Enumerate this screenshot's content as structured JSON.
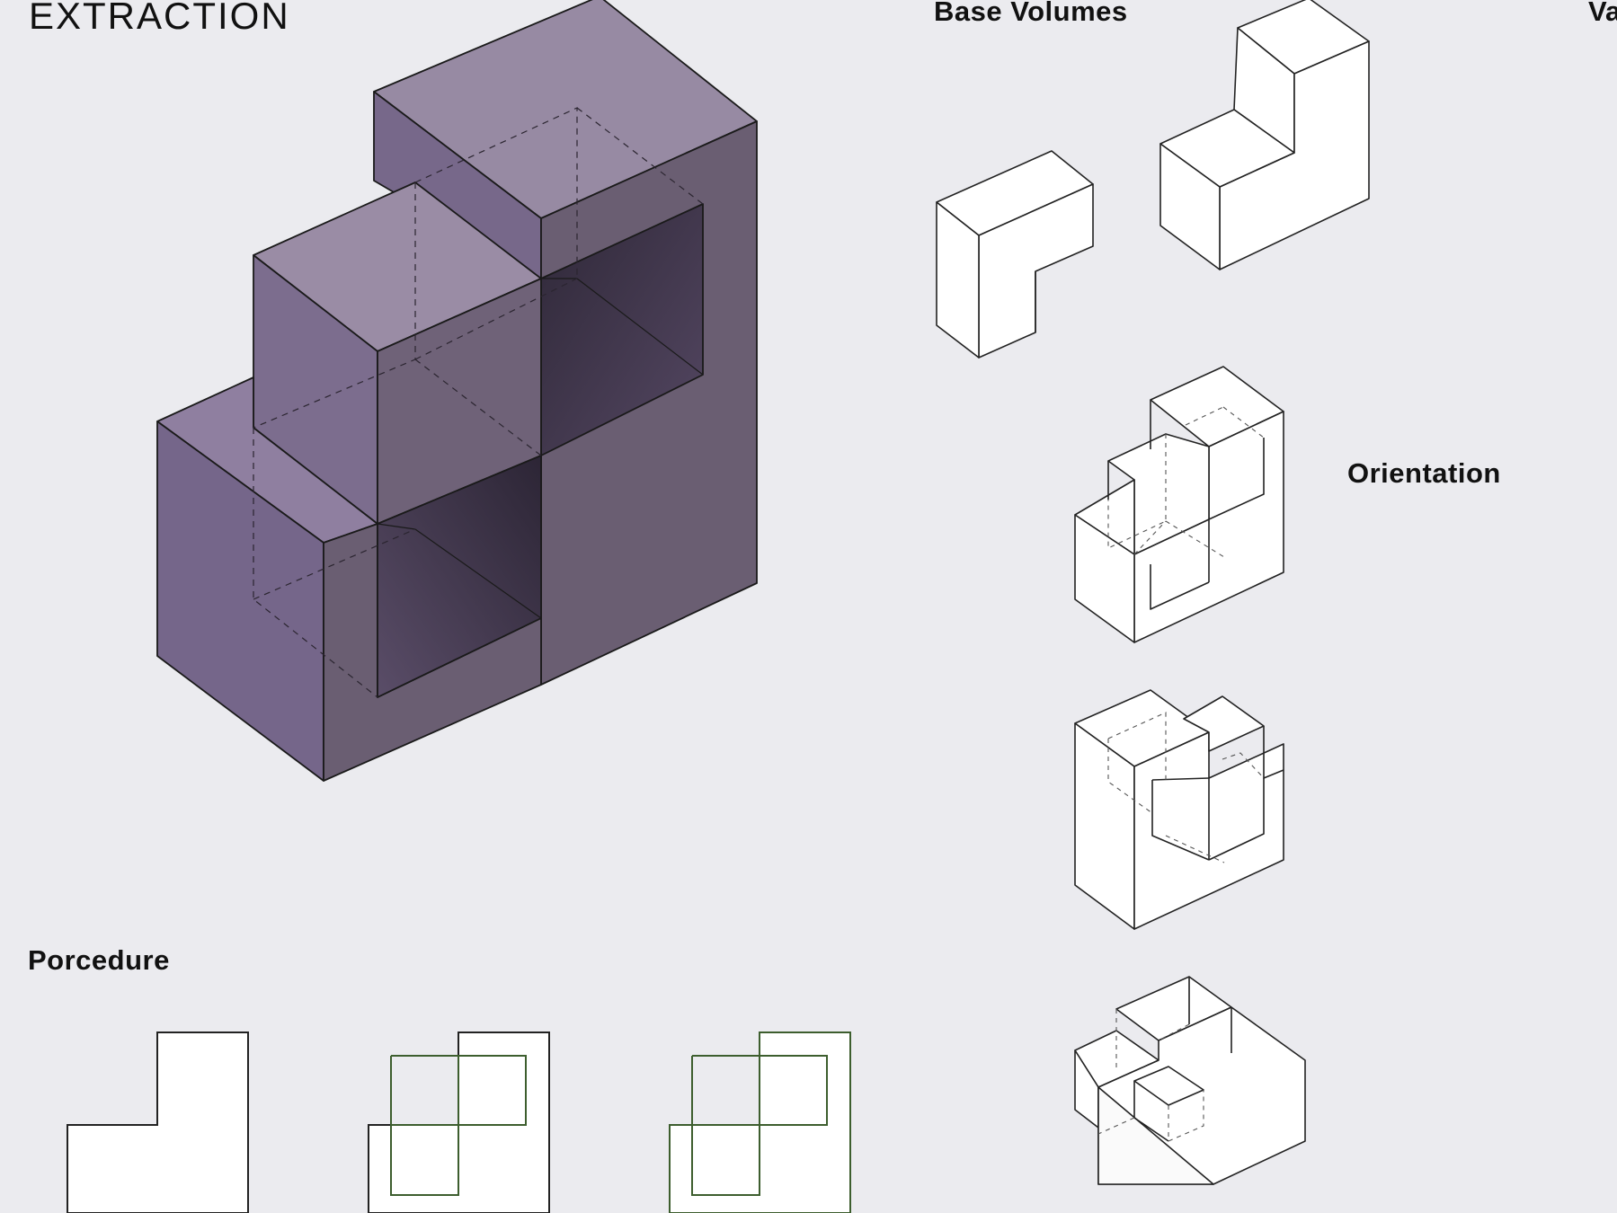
{
  "headings": {
    "extraction": "EXTRACTION",
    "base_volumes": "Base Volumes",
    "orientation": "Orientation",
    "procedure": "Porcedure",
    "cut_off": "Va"
  },
  "colors": {
    "background": "#ebebef",
    "solid_top": "#978aa3",
    "solid_left": "#78698a",
    "solid_right": "#6a5e72",
    "void_dark": "#3c3346",
    "outline": "#1a1a1a",
    "procedure_green": "#3d5e2e",
    "hidden_edge": "#555555"
  }
}
